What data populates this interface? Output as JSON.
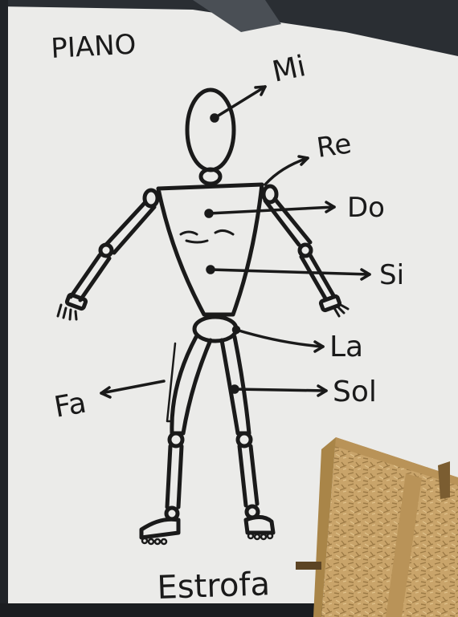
{
  "labels": {
    "title": "PIANO",
    "head": "Mi",
    "shoulder": "Re",
    "chest": "Do",
    "belly": "Si",
    "hips": "La",
    "leg": "Sol",
    "left_leg": "Fa",
    "bottom": "Estrofa"
  },
  "colors": {
    "wall": "#ebebe9",
    "ink": "#1a1a1a",
    "wood": "#c9a46a",
    "frame": "#b99358"
  }
}
